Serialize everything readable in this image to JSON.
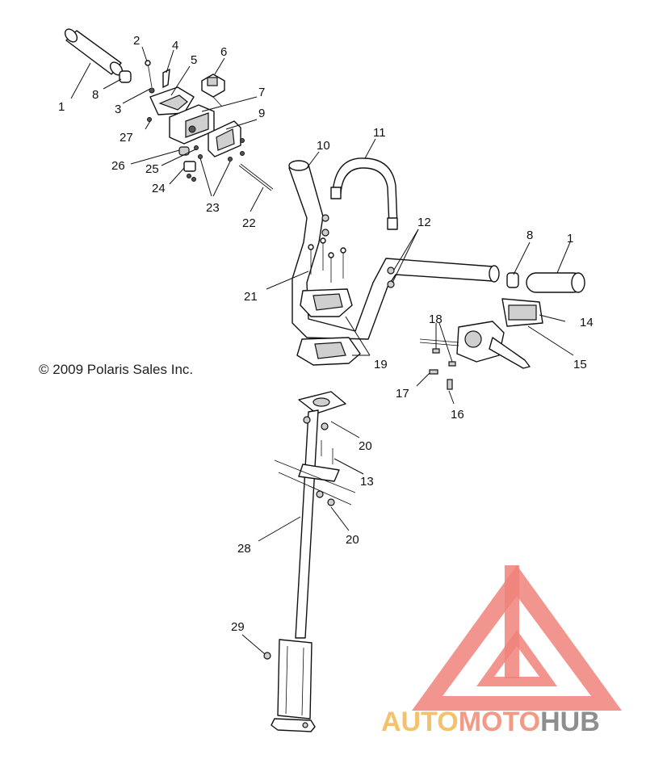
{
  "copyright": "© 2009 Polaris Sales Inc.",
  "watermark": {
    "part1": "AUTO",
    "part2": "MOTO",
    "part3": "HUB"
  },
  "colors": {
    "watermark_red": "#f0827a",
    "watermark_orange": "#f5c26b",
    "watermark_gray": "#8e8e8e",
    "line": "#111111"
  },
  "callouts": {
    "c1a": "1",
    "c1b": "1",
    "c2": "2",
    "c3": "3",
    "c4": "4",
    "c5": "5",
    "c6": "6",
    "c7": "7",
    "c8a": "8",
    "c8b": "8",
    "c9": "9",
    "c10": "10",
    "c11": "11",
    "c12": "12",
    "c13": "13",
    "c14": "14",
    "c15": "15",
    "c16": "16",
    "c17": "17",
    "c18": "18",
    "c19": "19",
    "c20a": "20",
    "c20b": "20",
    "c21": "21",
    "c22": "22",
    "c23": "23",
    "c24": "24",
    "c25": "25",
    "c26": "26",
    "c27": "27",
    "c28": "28",
    "c29": "29"
  }
}
